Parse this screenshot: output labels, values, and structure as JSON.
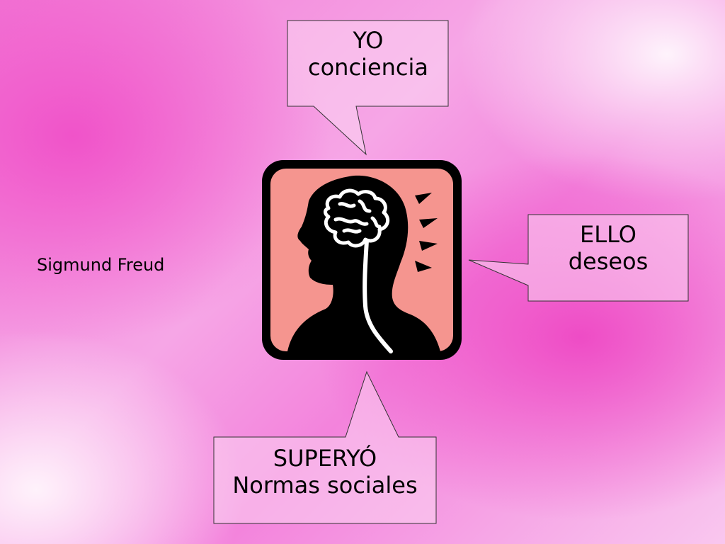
{
  "diagram": {
    "author": "Sigmund Freud",
    "center_icon": "head-with-brain-icon",
    "callouts": {
      "yo": {
        "title": "YO",
        "subtitle": "conciencia"
      },
      "ello": {
        "title": "ELLO",
        "subtitle": "deseos"
      },
      "superyo": {
        "title": "SUPERYÓ",
        "subtitle": "Normas sociales"
      }
    }
  },
  "colors": {
    "background_pink": "#f07ad6",
    "icon_fill": "#f5958f",
    "icon_frame": "#000000",
    "callout_fill": "#fbd3f2",
    "callout_stroke": "#333333"
  }
}
